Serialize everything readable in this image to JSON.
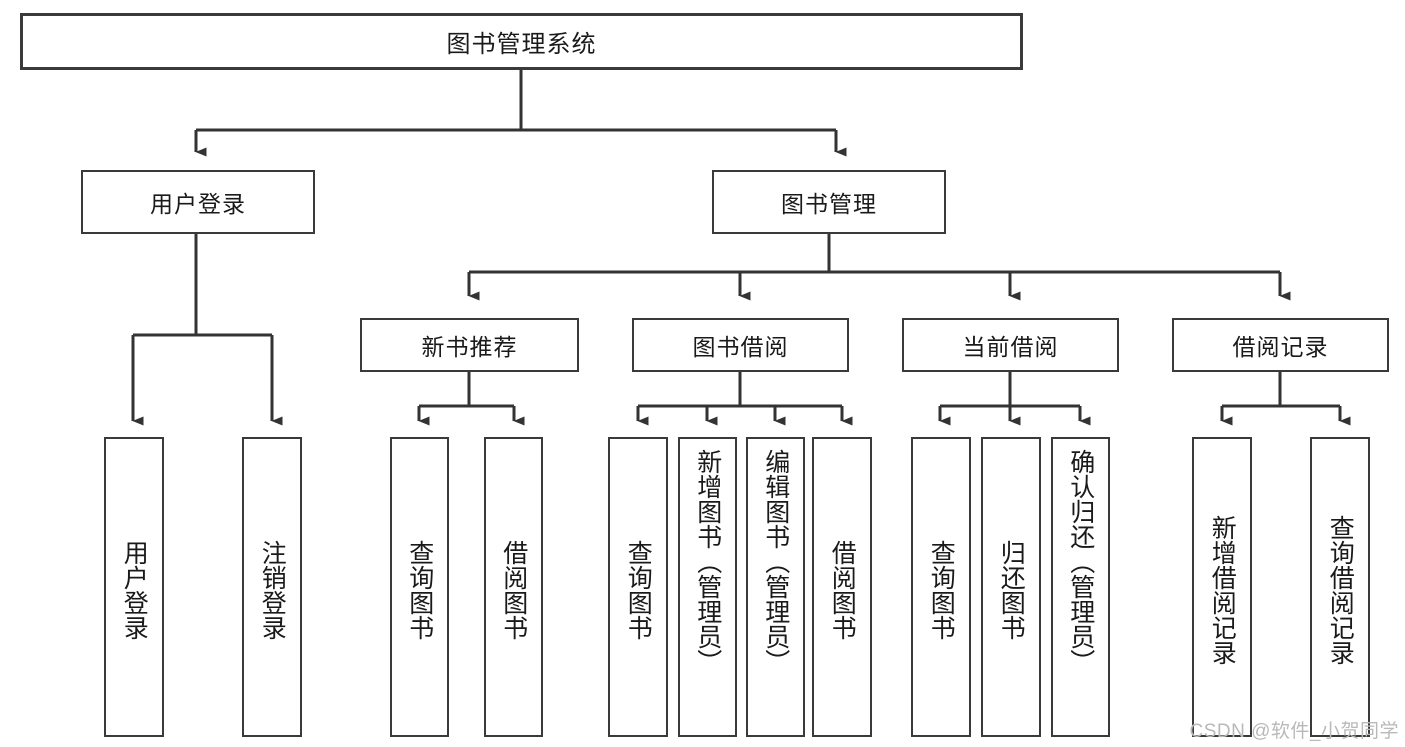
{
  "diagram": {
    "type": "tree-hierarchy-flowchart",
    "title": "图书管理系统",
    "style": {
      "background": "#ffffff",
      "box_border": "#3a3a3a",
      "box_fill": "#ffffff",
      "text": "#1a1a1a",
      "connector": "#333333",
      "watermark": "#b9b9b9"
    },
    "nodes": {
      "root": {
        "label": "图书管理系统",
        "level": 1
      },
      "l2": [
        {
          "id": "user-login",
          "label": "用户登录",
          "level": 2
        },
        {
          "id": "book-manage",
          "label": "图书管理",
          "level": 2
        }
      ],
      "l3": [
        {
          "id": "new-book-rec",
          "label": "新书推荐",
          "level": 3,
          "parent": "book-manage"
        },
        {
          "id": "book-borrow",
          "label": "图书借阅",
          "level": 3,
          "parent": "book-manage"
        },
        {
          "id": "current-borrow",
          "label": "当前借阅",
          "level": 3,
          "parent": "book-manage"
        },
        {
          "id": "borrow-record",
          "label": "借阅记录",
          "level": 3,
          "parent": "book-manage"
        }
      ],
      "leaves": [
        {
          "id": "leaf-user-login",
          "label": "用户登录",
          "parent": "user-login"
        },
        {
          "id": "leaf-logout",
          "label": "注销登录",
          "parent": "user-login"
        },
        {
          "id": "leaf-query-book-rec",
          "label": "查询图书",
          "parent": "new-book-rec"
        },
        {
          "id": "leaf-borrow-book-rec",
          "label": "借阅图书",
          "parent": "new-book-rec"
        },
        {
          "id": "leaf-query-book-borrow",
          "label": "查询图书",
          "parent": "book-borrow"
        },
        {
          "id": "leaf-add-book",
          "label": "新增图书（管理员）",
          "parent": "book-borrow"
        },
        {
          "id": "leaf-edit-book",
          "label": "编辑图书（管理员）",
          "parent": "book-borrow"
        },
        {
          "id": "leaf-borrow-book",
          "label": "借阅图书",
          "parent": "book-borrow"
        },
        {
          "id": "leaf-query-book-current",
          "label": "查询图书",
          "parent": "current-borrow"
        },
        {
          "id": "leaf-return-book",
          "label": "归还图书",
          "parent": "current-borrow"
        },
        {
          "id": "leaf-confirm-return",
          "label": "确认归还（管理员）",
          "parent": "current-borrow"
        },
        {
          "id": "leaf-add-record",
          "label": "新增借阅记录",
          "parent": "borrow-record"
        },
        {
          "id": "leaf-query-record",
          "label": "查询借阅记录",
          "parent": "borrow-record"
        }
      ]
    },
    "watermark": "CSDN @软件_小贺同学"
  }
}
